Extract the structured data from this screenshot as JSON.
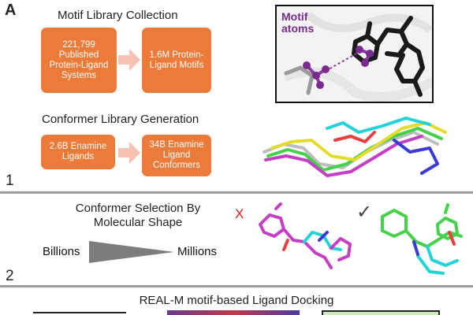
{
  "panel_letter": "A",
  "section1": {
    "motif_title": "Motif Library Collection",
    "box_published": "221,799 Published Protein-Ligand Systems",
    "box_motifs": "1.6M Protein-Ligand Motifs",
    "motif_atoms_label": "Motif atoms",
    "conformer_title": "Conformer Library Generation",
    "box_enamine": "2.6B Enamine Ligands",
    "box_conformers": "34B Enamine Ligand Conformers",
    "number": "1"
  },
  "section2": {
    "title": "Conformer Selection By Molecular Shape",
    "from_label": "Billions",
    "to_label": "Millions",
    "reject_mark": "X",
    "accept_mark": "✓",
    "number": "2"
  },
  "section3": {
    "title": "REAL-M motif-based Ligand Docking"
  },
  "colors": {
    "box_orange": "#ec7b3a",
    "arrow_pink": "#f5c1b2",
    "divider": "#9c9c9c",
    "motif_purple": "#7a2a8f",
    "reject_red": "#d32020"
  }
}
